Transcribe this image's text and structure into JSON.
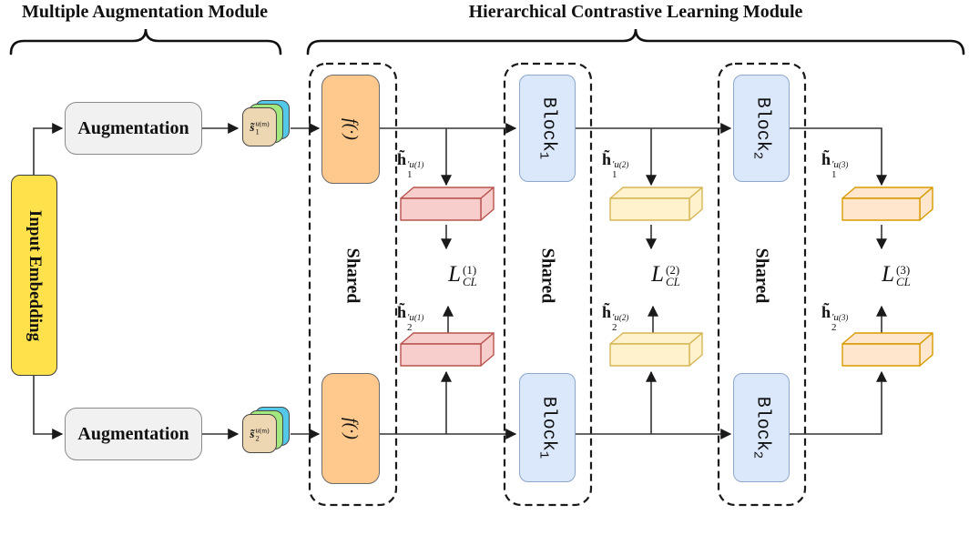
{
  "titles": {
    "left": "Multiple Augmentation Module",
    "right": "Hierarchical Contrastive Learning Module"
  },
  "left_module": {
    "input_embedding": "Input Embedding",
    "augmentation_top": "Augmentation",
    "augmentation_bottom": "Augmentation",
    "seq_top": {
      "base": "s̃",
      "sub": "1",
      "sup": "u",
      "supsub": "(m)"
    },
    "seq_bottom": {
      "base": "s̃",
      "sub": "2",
      "sup": "u",
      "supsub": "(m)"
    }
  },
  "encoder": {
    "f_top": "f(·)",
    "f_bottom": "f(·)",
    "shared": "Shared"
  },
  "block1": {
    "label": "Block",
    "sub": "1",
    "label_bottom": "Block",
    "sub_bottom": "1",
    "shared": "Shared"
  },
  "block2": {
    "label": "Block",
    "sub": "2",
    "label_bottom": "Block",
    "sub_bottom": "2",
    "shared": "Shared"
  },
  "columns": [
    {
      "h1": {
        "base": "h̃",
        "sub": "1",
        "sup": "′u",
        "supsub": "(1)"
      },
      "h2": {
        "base": "h̃",
        "sub": "2",
        "sup": "′u",
        "supsub": "(1)"
      },
      "loss": {
        "base": "L",
        "sub": "CL",
        "sup": "(1)"
      }
    },
    {
      "h1": {
        "base": "h̃",
        "sub": "1",
        "sup": "′u",
        "supsub": "(2)"
      },
      "h2": {
        "base": "h̃",
        "sub": "2",
        "sup": "′u",
        "supsub": "(2)"
      },
      "loss": {
        "base": "L",
        "sub": "CL",
        "sup": "(2)"
      }
    },
    {
      "h1": {
        "base": "h̃",
        "sub": "1",
        "sup": "′u",
        "supsub": "(3)"
      },
      "h2": {
        "base": "h̃",
        "sub": "2",
        "sup": "′u",
        "supsub": "(3)"
      },
      "loss": {
        "base": "L",
        "sub": "CL",
        "sup": "(3)"
      }
    }
  ],
  "colors": {
    "text_color": "#111111",
    "line_color": "#333333",
    "brace_color": "#111111",
    "dash_stroke": "#1a1a1a",
    "input_embedding_fill": "#FFE14C",
    "box_stroke_dark": "#3D3D3D",
    "aug_fill": "#F1F1F1",
    "aug_stroke": "#8A8A8A",
    "f_fill": "#FFC88C",
    "f_stroke": "#6B6B6B",
    "block_fill": "#DBE8FC",
    "block_stroke": "#8CA7C9",
    "card_stroke": "#474747",
    "card_blue": "#54C8E8",
    "card_green": "#A2E87F",
    "card_tan": "#EDD6B2",
    "bar_red_fill": "#F8CECC",
    "bar_red_stroke": "#B85450",
    "bar_yellow_fill": "#FFF2CC",
    "bar_yellow_stroke": "#D6B656",
    "bar_orange_fill": "#FFE6CC",
    "bar_orange_stroke": "#D79B00"
  }
}
